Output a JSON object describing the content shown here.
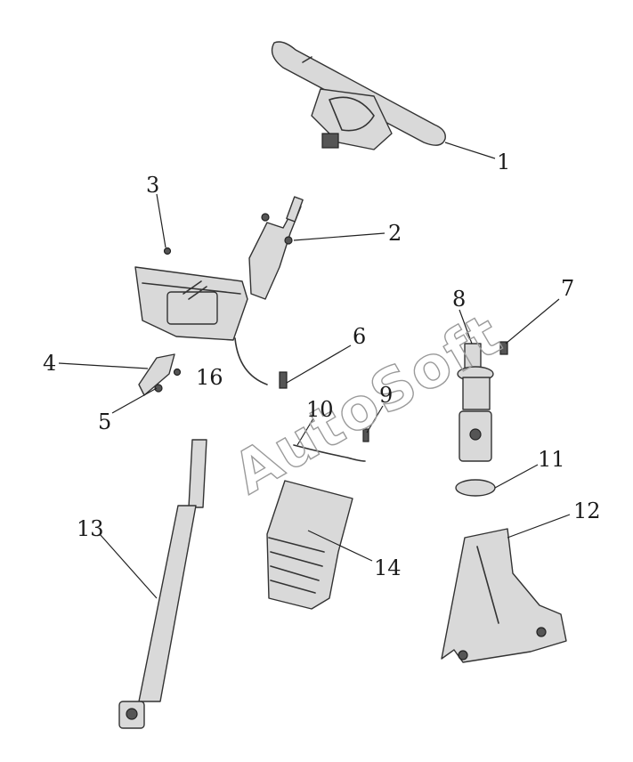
{
  "watermark": "AutoSoft",
  "callouts": [
    {
      "id": "1",
      "label": "1"
    },
    {
      "id": "2",
      "label": "2"
    },
    {
      "id": "3",
      "label": "3"
    },
    {
      "id": "4",
      "label": "4"
    },
    {
      "id": "5",
      "label": "5"
    },
    {
      "id": "6",
      "label": "6"
    },
    {
      "id": "7",
      "label": "7"
    },
    {
      "id": "8",
      "label": "8"
    },
    {
      "id": "9",
      "label": "9"
    },
    {
      "id": "10",
      "label": "10"
    },
    {
      "id": "11",
      "label": "11"
    },
    {
      "id": "12",
      "label": "12"
    },
    {
      "id": "13",
      "label": "13"
    },
    {
      "id": "14",
      "label": "14"
    },
    {
      "id": "16",
      "label": "16"
    }
  ]
}
